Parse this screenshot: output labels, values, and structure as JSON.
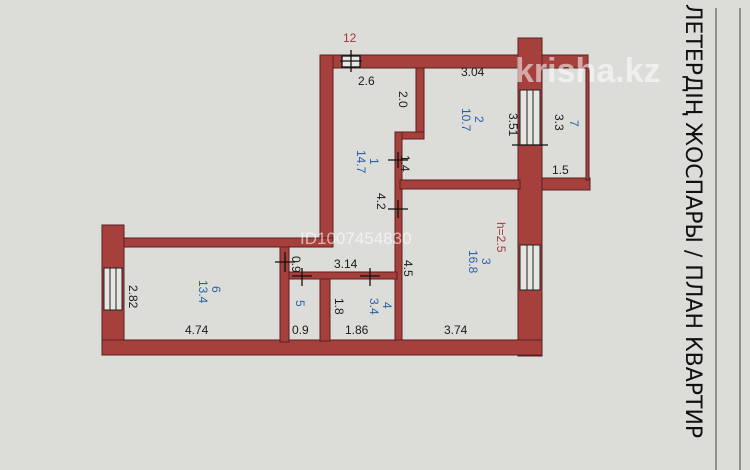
{
  "title": "ЛЕТЕРДІҢ ЖОСПАРЫ / ПЛАН КВАРТИР",
  "watermarks": {
    "brand": "krisha.kz",
    "listing_id": "ID1007454830"
  },
  "colors": {
    "wall": "#a5403d",
    "room_label": "#2b5fa8",
    "annotation": "#a23a3a",
    "paper": "#dcdcd9"
  },
  "axis_marker": "12",
  "ceiling_height": "h=2.5",
  "rooms": [
    {
      "number": "1",
      "area": "14.7"
    },
    {
      "number": "2",
      "area": "10.7"
    },
    {
      "number": "3",
      "area": "16.8"
    },
    {
      "number": "4",
      "area": "3.4"
    },
    {
      "number": "5",
      "area": ""
    },
    {
      "number": "6",
      "area": "13.4"
    },
    {
      "number": "7",
      "area": "3.3"
    }
  ],
  "dimensions": {
    "hall_top": "2.6",
    "hall_side": "2.0",
    "hall_door": "1.4",
    "hall_length": "4.2",
    "room2_width": "3.04",
    "room2_depth": "3.51",
    "balcony_width": "1.5",
    "room3_depth": "4.5",
    "room3_width": "3.74",
    "corridor_width": "3.14",
    "corridor_depth": "0.9",
    "room4_width": "1.86",
    "room4_depth": "1.8",
    "room5_width": "0.9",
    "room6_width": "4.74",
    "room6_depth": "2.82"
  }
}
